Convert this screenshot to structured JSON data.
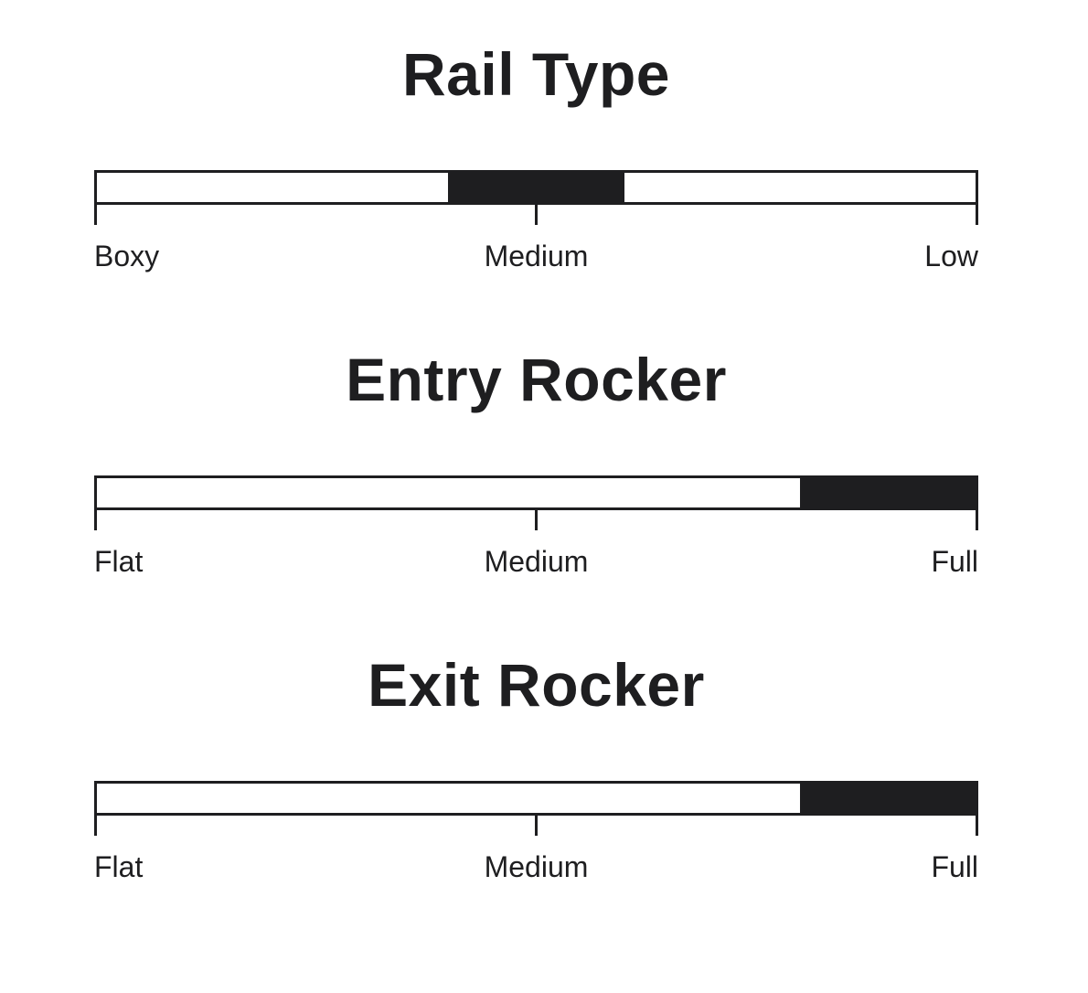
{
  "page": {
    "background_color": "#ffffff",
    "ink_color": "#1e1e20"
  },
  "sections": [
    {
      "title": "Rail Type",
      "labels": {
        "left": "Boxy",
        "center": "Medium",
        "right": "Low"
      },
      "fill": {
        "start_pct": 40,
        "end_pct": 60
      },
      "indicated_value": "Medium"
    },
    {
      "title": "Entry Rocker",
      "labels": {
        "left": "Flat",
        "center": "Medium",
        "right": "Full"
      },
      "fill": {
        "start_pct": 80,
        "end_pct": 100
      },
      "indicated_value": "Full"
    },
    {
      "title": "Exit Rocker",
      "labels": {
        "left": "Flat",
        "center": "Medium",
        "right": "Full"
      },
      "fill": {
        "start_pct": 80,
        "end_pct": 100
      },
      "indicated_value": "Full"
    }
  ],
  "chart_data": [
    {
      "type": "bar",
      "subtype": "linear-range-gauge",
      "title": "Rail Type",
      "scale_labels": [
        "Boxy",
        "Medium",
        "Low"
      ],
      "scale_label_positions_pct": [
        0,
        50,
        100
      ],
      "ticks_pct": [
        0,
        50,
        100
      ],
      "axis_range_pct": [
        0,
        100
      ],
      "highlight_range_pct": [
        40,
        60
      ],
      "indicated_value": "Medium",
      "fill_color": "#1e1e20",
      "track_color": "#ffffff"
    },
    {
      "type": "bar",
      "subtype": "linear-range-gauge",
      "title": "Entry Rocker",
      "scale_labels": [
        "Flat",
        "Medium",
        "Full"
      ],
      "scale_label_positions_pct": [
        0,
        50,
        100
      ],
      "ticks_pct": [
        0,
        50,
        100
      ],
      "axis_range_pct": [
        0,
        100
      ],
      "highlight_range_pct": [
        80,
        100
      ],
      "indicated_value": "Full",
      "fill_color": "#1e1e20",
      "track_color": "#ffffff"
    },
    {
      "type": "bar",
      "subtype": "linear-range-gauge",
      "title": "Exit Rocker",
      "scale_labels": [
        "Flat",
        "Medium",
        "Full"
      ],
      "scale_label_positions_pct": [
        0,
        50,
        100
      ],
      "ticks_pct": [
        0,
        50,
        100
      ],
      "axis_range_pct": [
        0,
        100
      ],
      "highlight_range_pct": [
        80,
        100
      ],
      "indicated_value": "Full",
      "fill_color": "#1e1e20",
      "track_color": "#ffffff"
    }
  ]
}
